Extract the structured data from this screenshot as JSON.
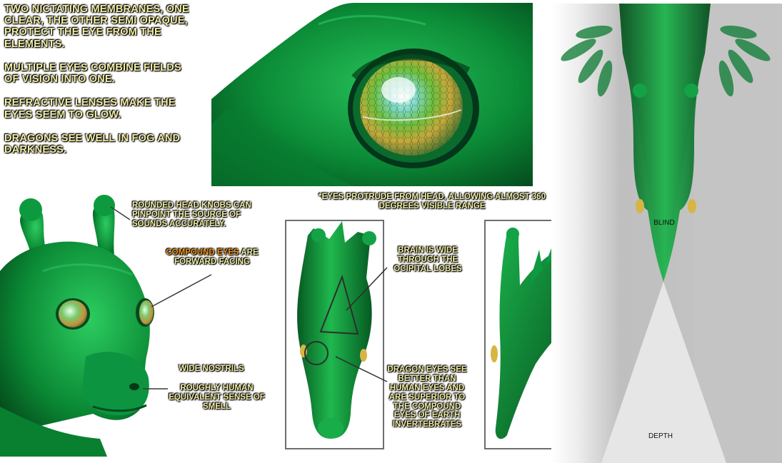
{
  "intro": {
    "paragraphs": [
      "TWO NICTATING MEMBRANES, ONE CLEAR, THE OTHER SEMI OPAQUE, PROTECT THE EYE FROM THE ELEMENTS.",
      "MULTIPLE EYES COMBINE FIELDS OF VISION INTO ONE.",
      "REFRACTIVE LENSES MAKE THE EYES SEEM TO GLOW.",
      "DRAGONS SEE WELL IN FOG AND DARKNESS."
    ]
  },
  "labels": {
    "head_knobs": "ROUNDED HEAD KNOBS CAN PINPOINT THE SOURCE OF SOUNDS ACCURATELY.",
    "compound_eyes_highlight": "COMPOUND EYES",
    "compound_eyes_rest": " ARE FORWARD FACING",
    "nostrils": "WIDE NOSTRILS",
    "smell": "ROUGHLY HUMAN EQUIVALENT SENSE OF SMELL",
    "protrude": "*EYES PROTRUDE FROM HEAD, ALLOWING ALMOST 360 DEGREES VISIBLE RANGE",
    "brain": "BRAIN IS WIDE THROUGH THE OCIPITAL LOBES",
    "dragon_eyes": "DRAGON EYES SEE BETTER THAN HUMAN EYES AND ARE SUPERIOR TO THE COMPOUND EYES OF EARTH INVERTEBRATES",
    "blind": "BLIND",
    "depth": "DEPTH"
  },
  "colors": {
    "skin": "#0c8f3a",
    "skin_dark": "#05501e",
    "skin_light": "#3fd46a",
    "label_text": "#f4f0a8",
    "highlight_text": "#f29a1f",
    "panel_grey": "#c4c4c4",
    "panel_dark": "#8f8f8f"
  }
}
